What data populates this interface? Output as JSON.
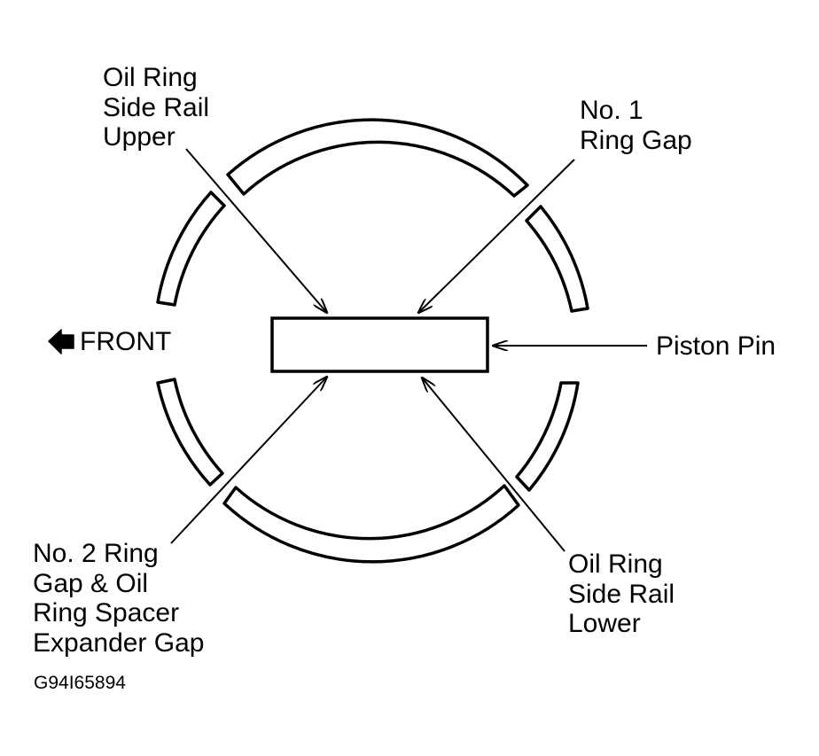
{
  "labels": {
    "oil_ring_upper": [
      "Oil Ring",
      "Side Rail",
      "Upper"
    ],
    "no1_ring_gap": [
      "No. 1",
      "Ring Gap"
    ],
    "front": "FRONT",
    "piston_pin": "Piston Pin",
    "no2_ring_gap": [
      "No. 2 Ring",
      "Gap & Oil",
      "Ring Spacer",
      "Expander Gap"
    ],
    "oil_ring_lower": [
      "Oil Ring",
      "Side Rail",
      "Lower"
    ]
  },
  "figure_id": "G94I65894",
  "icons": {
    "front_arrow": "left-arrow-icon"
  },
  "colors": {
    "stroke": "#000000",
    "background": "#ffffff"
  }
}
